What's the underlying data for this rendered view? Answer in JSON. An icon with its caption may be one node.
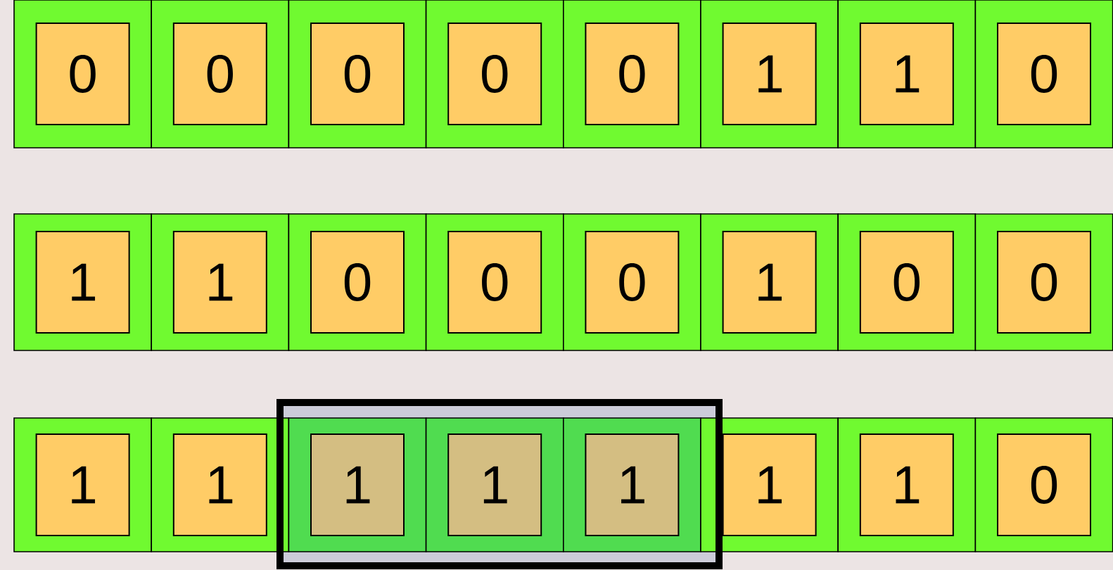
{
  "diagram": {
    "nodes": [
      {
        "text": [
          "0"
        ]
      },
      {
        "text": [
          "0"
        ]
      },
      {
        "text": [
          "0"
        ]
      },
      {
        "text": [
          "0"
        ]
      },
      {
        "text": [
          "0"
        ]
      },
      {
        "text": [
          "1"
        ]
      },
      {
        "text": [
          "1"
        ]
      },
      {
        "text": [
          "0"
        ]
      },
      {
        "text": [
          "1"
        ]
      },
      {
        "text": [
          "1"
        ]
      },
      {
        "text": [
          "0"
        ]
      },
      {
        "text": [
          "0"
        ]
      },
      {
        "text": [
          "0"
        ]
      },
      {
        "text": [
          "1"
        ]
      },
      {
        "text": [
          "0"
        ]
      },
      {
        "text": [
          "0"
        ]
      },
      {
        "text": [
          "1"
        ]
      },
      {
        "text": [
          "1"
        ]
      },
      {
        "text": [
          "1"
        ]
      },
      {
        "text": [
          "1"
        ]
      },
      {
        "text": [
          "1"
        ]
      },
      {
        "text": [
          "1"
        ]
      },
      {
        "text": [
          "1"
        ]
      },
      {
        "text": [
          "0"
        ]
      }
    ]
  }
}
